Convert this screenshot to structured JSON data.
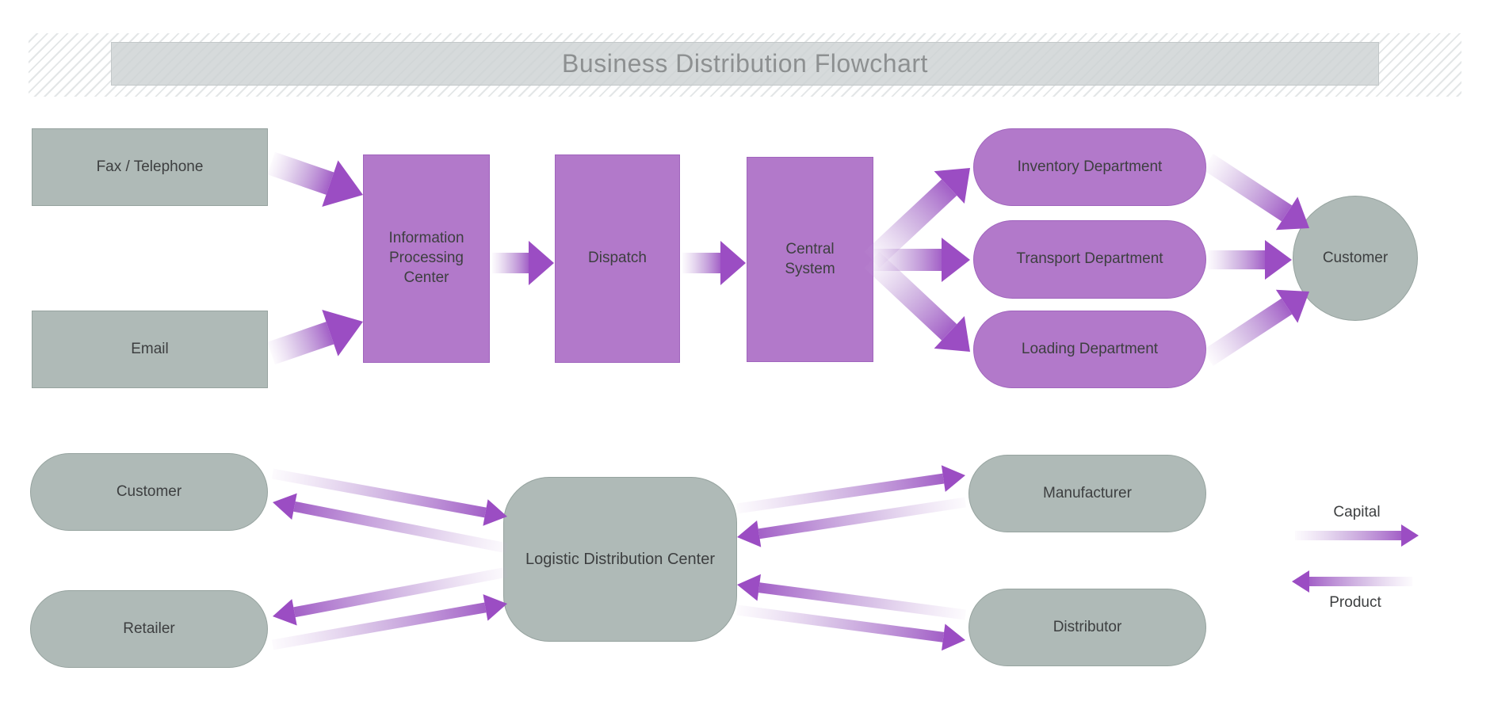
{
  "title": "Business Distribution Flowchart",
  "colors": {
    "purple": "#b279ca",
    "gray": "#afbab7",
    "arrow": "#9b4dc3",
    "title_text": "#8d9091",
    "label_text": "#3d3f40"
  },
  "nodes": {
    "fax": "Fax / Telephone",
    "email": "Email",
    "ipc": "Information Processing Center",
    "dispatch": "Dispatch",
    "central": "Central System",
    "inventory": "Inventory Department",
    "transport": "Transport Department",
    "loading": "Loading Department",
    "customer_top": "Customer",
    "customer_bottom": "Customer",
    "retailer": "Retailer",
    "ldc": "Logistic Distribution Center",
    "manufacturer": "Manufacturer",
    "distributor": "Distributor"
  },
  "legend": {
    "capital": "Capital",
    "product": "Product"
  },
  "edges": [
    {
      "from": "Fax / Telephone",
      "to": "Information Processing Center"
    },
    {
      "from": "Email",
      "to": "Information Processing Center"
    },
    {
      "from": "Information Processing Center",
      "to": "Dispatch"
    },
    {
      "from": "Dispatch",
      "to": "Central System"
    },
    {
      "from": "Central System",
      "to": "Inventory Department"
    },
    {
      "from": "Central System",
      "to": "Transport Department"
    },
    {
      "from": "Central System",
      "to": "Loading Department"
    },
    {
      "from": "Inventory Department",
      "to": "Customer"
    },
    {
      "from": "Transport Department",
      "to": "Customer"
    },
    {
      "from": "Loading Department",
      "to": "Customer"
    },
    {
      "from": "Customer",
      "to": "Logistic Distribution Center",
      "flow": "capital"
    },
    {
      "from": "Logistic Distribution Center",
      "to": "Customer",
      "flow": "product"
    },
    {
      "from": "Retailer",
      "to": "Logistic Distribution Center",
      "flow": "capital"
    },
    {
      "from": "Logistic Distribution Center",
      "to": "Retailer",
      "flow": "product"
    },
    {
      "from": "Logistic Distribution Center",
      "to": "Manufacturer",
      "flow": "capital"
    },
    {
      "from": "Manufacturer",
      "to": "Logistic Distribution Center",
      "flow": "product"
    },
    {
      "from": "Logistic Distribution Center",
      "to": "Distributor",
      "flow": "capital"
    },
    {
      "from": "Distributor",
      "to": "Logistic Distribution Center",
      "flow": "product"
    }
  ]
}
